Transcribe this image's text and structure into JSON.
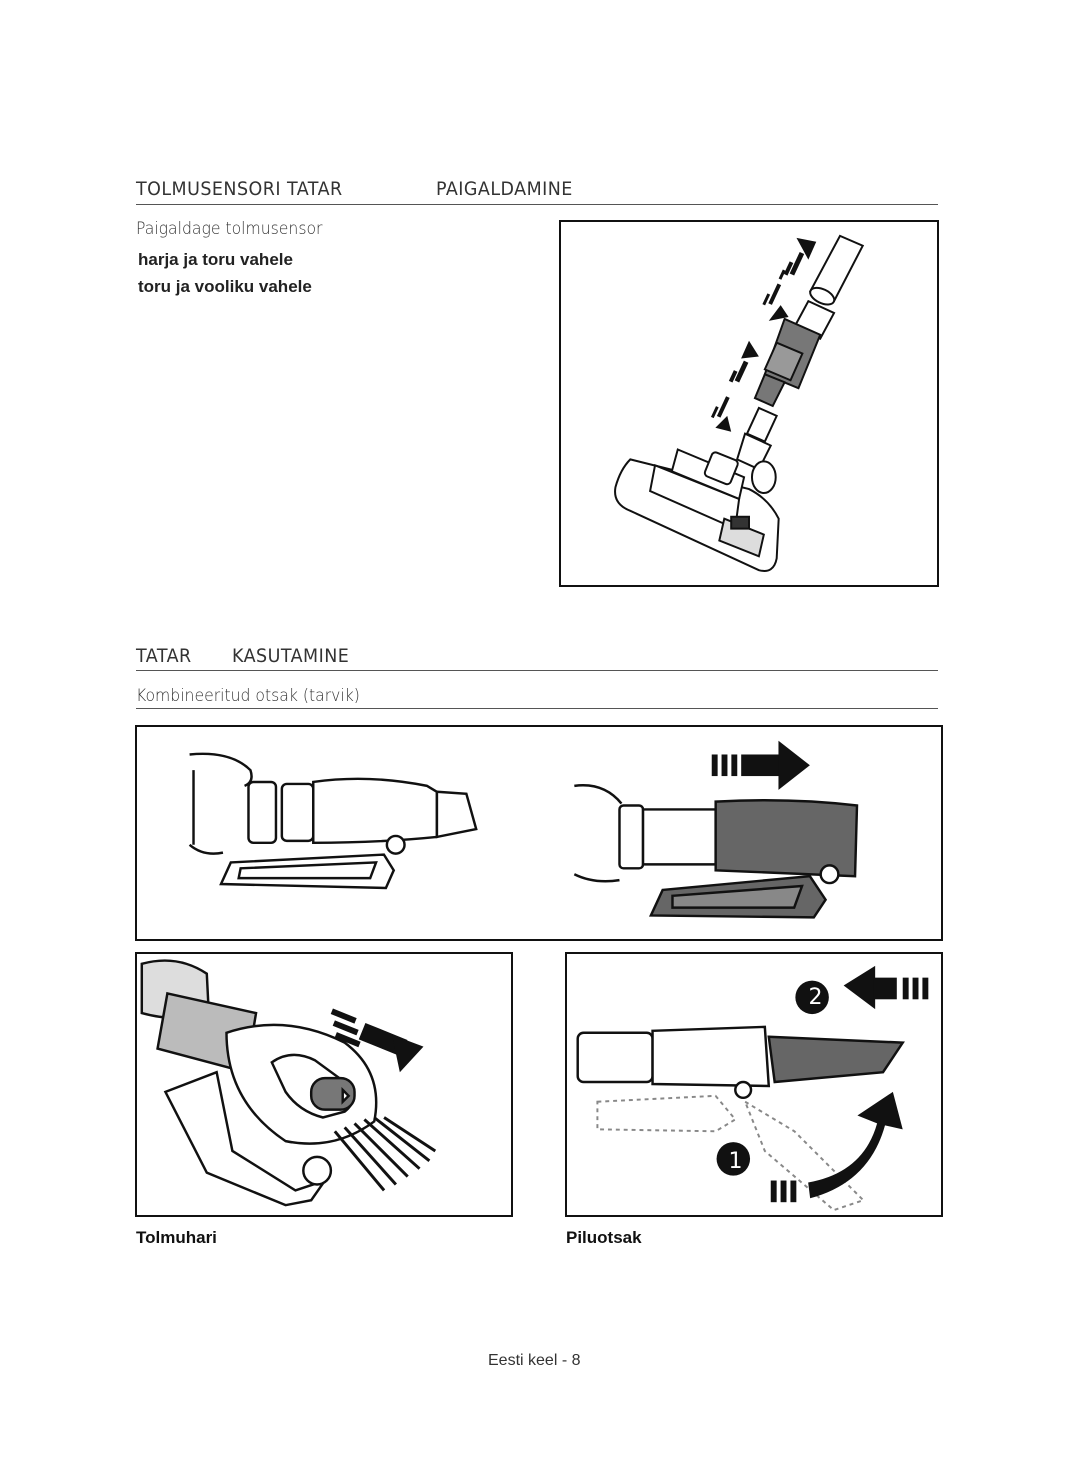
{
  "section1": {
    "title_left": "TOLMUSENSORI TATAR",
    "title_right": "PAIGALDAMINE",
    "subtitle": "Paigaldage tolmusensor",
    "bullets": [
      "harja ja toru vahele",
      "toru ja vooliku vahele"
    ]
  },
  "section2": {
    "title_left": "TATAR",
    "title_right": "KASUTAMINE",
    "subtitle": "Kombineeritud otsak (tarvik)"
  },
  "figures": {
    "step_2": "2",
    "step_1": "1",
    "caption_left": "Tolmuhari",
    "caption_right": "Piluotsak"
  },
  "footer": {
    "text": "Eesti keel - 8"
  }
}
